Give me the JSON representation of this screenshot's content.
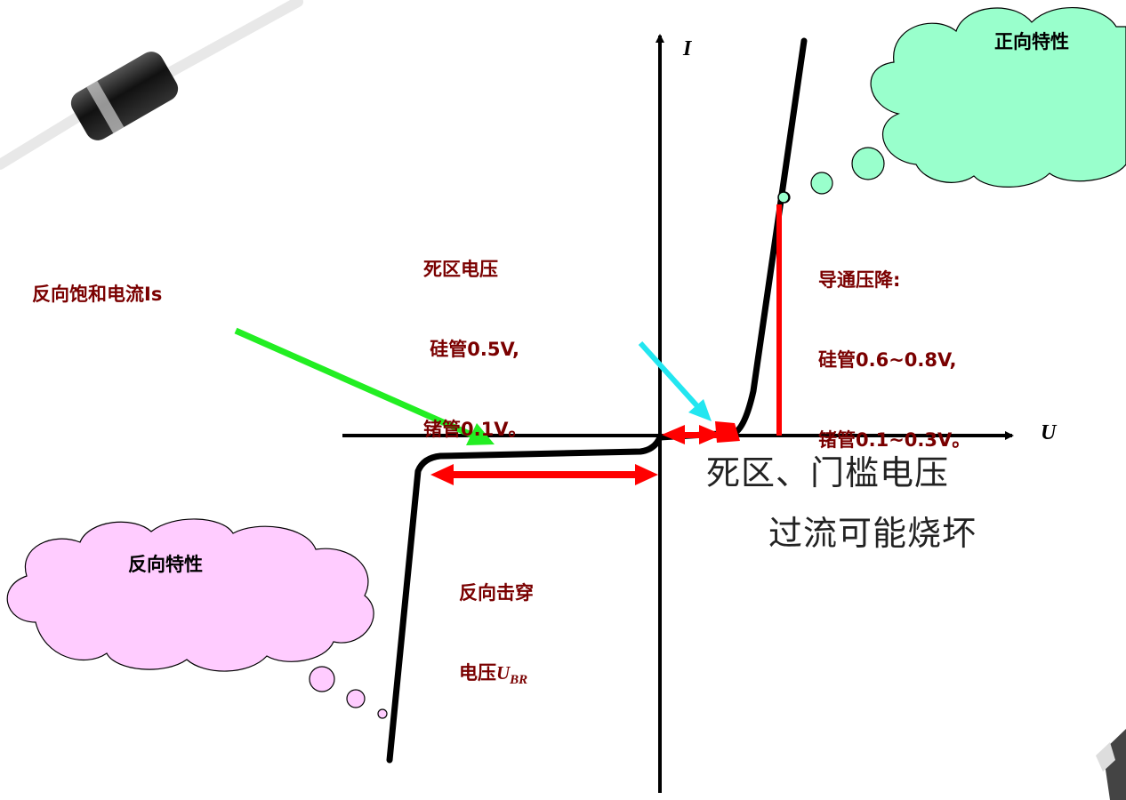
{
  "axes": {
    "x_label": "U",
    "y_label": "I"
  },
  "clouds": {
    "forward": "正向特性",
    "reverse": "反向特性"
  },
  "labels": {
    "dead_zone_voltage": [
      "死区电压",
      " 硅管0.5V,",
      "锗管0.1V。"
    ],
    "conduction_drop": [
      "导通压降:",
      "硅管0.6~0.8V,",
      "锗管0.1~0.3V。"
    ],
    "reverse_saturation": "反向饱和电流Is",
    "breakdown_line1": "反向击穿",
    "breakdown_line2_prefix": "电压",
    "breakdown_symbol": "U",
    "breakdown_subscript": "BR",
    "threshold": "死区、门槛电压",
    "overcurrent": "过流可能烧坏"
  },
  "colors": {
    "curve": "#000000",
    "marker": "#ff0000",
    "green_arrow": "#22ee22",
    "cyan_arrow": "#22e6f0",
    "forward_cloud": "#99ffcc",
    "reverse_cloud": "#ffccff",
    "label_text": "#7a0000"
  },
  "icons": [
    "diode-component-image",
    "component-corner-image"
  ]
}
